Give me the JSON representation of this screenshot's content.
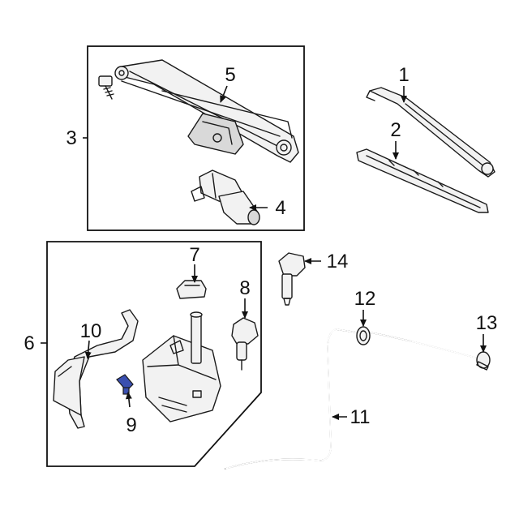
{
  "diagram": {
    "callouts": {
      "c1": "1",
      "c2": "2",
      "c3": "3",
      "c4": "4",
      "c5": "5",
      "c6": "6",
      "c7": "7",
      "c8": "8",
      "c9": "9",
      "c10": "10",
      "c11": "11",
      "c12": "12",
      "c13": "13",
      "c14": "14"
    },
    "colors": {
      "line": "#1a1a1a",
      "part_fill": "#f2f2f2",
      "highlight_part_9": "#3a4fb0"
    }
  }
}
